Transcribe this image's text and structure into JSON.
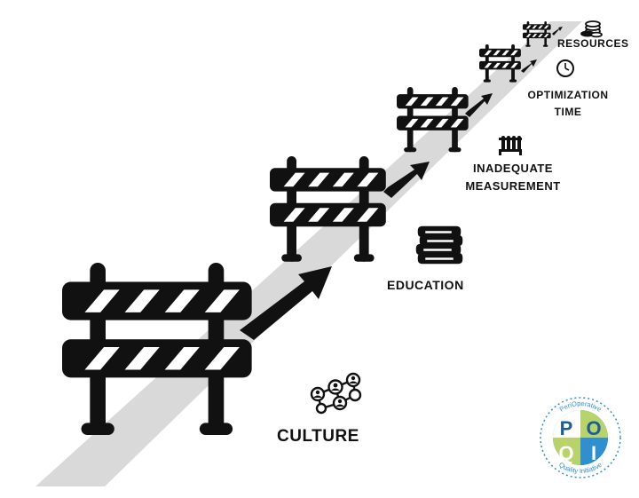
{
  "barriers": [
    {
      "name": "culture",
      "label": "CULTURE",
      "icon": "network-people-icon"
    },
    {
      "name": "education",
      "label": "EDUCATION",
      "icon": "books-icon"
    },
    {
      "name": "inadequate-measurement",
      "label_line1": "INADEQUATE",
      "label_line2": "MEASUREMENT",
      "icon": "test-tubes-icon"
    },
    {
      "name": "optimization-time",
      "label_line1": "OPTIMIZATION",
      "label_line2": "TIME",
      "icon": "clock-icon"
    },
    {
      "name": "resources",
      "label": "RESOURCES",
      "icon": "coins-icon"
    }
  ],
  "logo": {
    "letters": [
      "P",
      "O",
      "Q",
      "I"
    ],
    "ring_text": "PeriOperative Quality Initiative",
    "ring_top": "PeriOperative",
    "ring_bottom": "Quality Initiative"
  },
  "colors": {
    "road": "#d9d9d9",
    "barrier": "#111111",
    "stripe": "#ffffff",
    "logo_blue": "#2f8fcf",
    "logo_green": "#b9d36b",
    "logo_dark": "#1b5e96"
  }
}
